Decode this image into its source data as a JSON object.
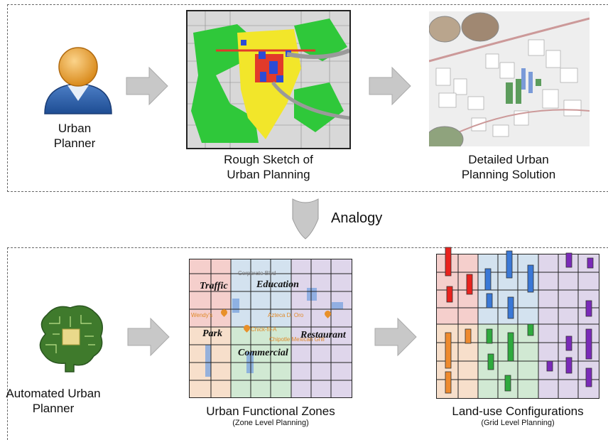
{
  "top": {
    "planner_label_line1": "Urban",
    "planner_label_line2": "Planner",
    "sketch_caption_line1": "Rough Sketch of",
    "sketch_caption_line2": "Urban Planning",
    "solution_caption_line1": "Detailed Urban",
    "solution_caption_line2": "Planning Solution"
  },
  "middle": {
    "analogy_label": "Analogy"
  },
  "bottom": {
    "planner_label_line1": "Automated Urban",
    "planner_label_line2": "Planner",
    "zones_caption": "Urban Functional Zones",
    "zones_subcaption": "(Zone Level Planning)",
    "landuse_caption": "Land-use Configurations",
    "landuse_subcaption": "(Grid Level Planning)",
    "zone_labels": [
      "Traffic",
      "Education",
      "Park",
      "Restaurant",
      "Commercial"
    ],
    "map_texts": [
      "Wendy's",
      "Azteca D. Oro",
      "Chick-fil-A",
      "Chipotle Mexican Grill",
      "Corporate Blvd"
    ]
  },
  "colors": {
    "arrow": "#c8c8c8",
    "frame": "#666666",
    "zone_traffic": "#f4c9c5",
    "zone_education": "#cfe0ee",
    "zone_park": "#f7dcc4",
    "zone_commercial": "#cde8cf",
    "zone_restaurant": "#ddd3ea"
  }
}
